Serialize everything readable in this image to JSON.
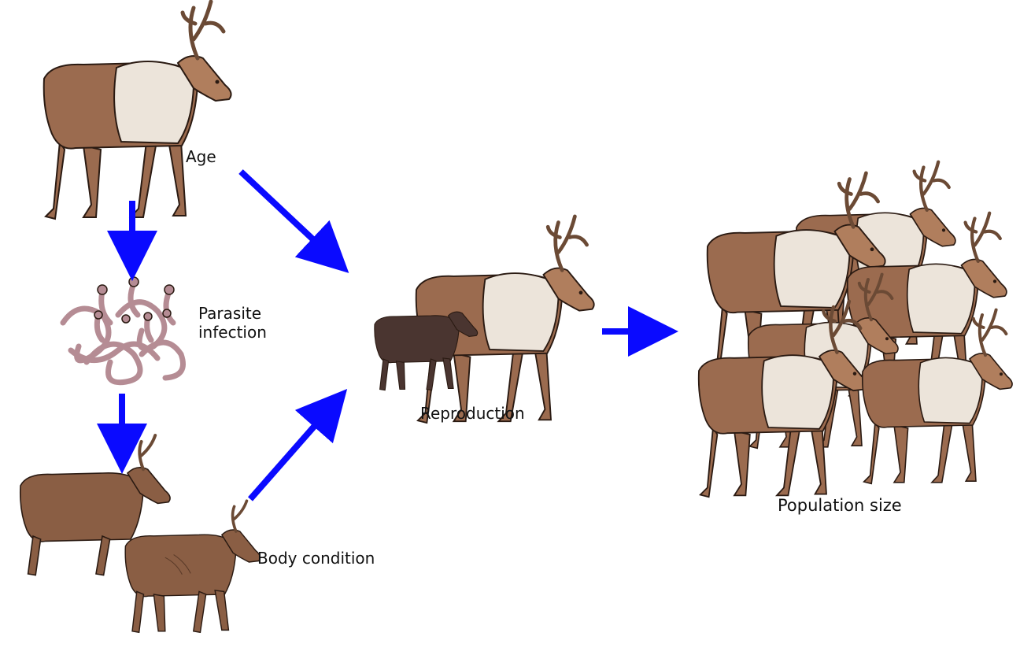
{
  "labels": {
    "age": "Age",
    "parasite_line1": "Parasite",
    "parasite_line2": "infection",
    "body_condition": "Body condition",
    "reproduction": "Reproduction",
    "population_size": "Population size"
  },
  "colors": {
    "arrow": "#0a0aff",
    "coat": "#9b6b4f",
    "coat_dark": "#7c5037",
    "saddle": "#ece4da",
    "antler": "#6b4a35",
    "calf": "#4a3530",
    "worm": "#b58c94",
    "outline": "#2a1a12"
  }
}
